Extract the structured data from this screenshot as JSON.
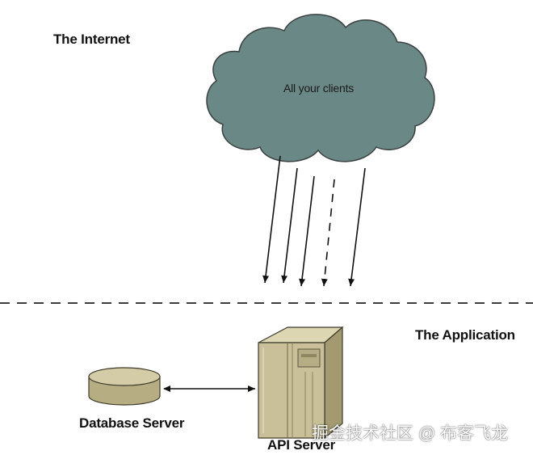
{
  "labels": {
    "internet": "The Internet",
    "clients": "All your clients",
    "application": "The Application",
    "database_server": "Database Server",
    "api_server": "API Server"
  },
  "watermark": "掘金技术社区 @ 布客飞龙",
  "colors": {
    "cloud_fill": "#6a8886",
    "cloud_stroke": "#3a3f3f",
    "server_fill": "#c9c09a",
    "server_dark": "#a39a72",
    "line": "#111111"
  },
  "connections": [
    {
      "from": "clients",
      "to": "application",
      "style": "solid"
    },
    {
      "from": "clients",
      "to": "application",
      "style": "solid"
    },
    {
      "from": "clients",
      "to": "application",
      "style": "solid"
    },
    {
      "from": "clients",
      "to": "application",
      "style": "dashed"
    },
    {
      "from": "clients",
      "to": "application",
      "style": "solid"
    },
    {
      "from": "database_server",
      "to": "api_server",
      "style": "bidirectional"
    }
  ]
}
